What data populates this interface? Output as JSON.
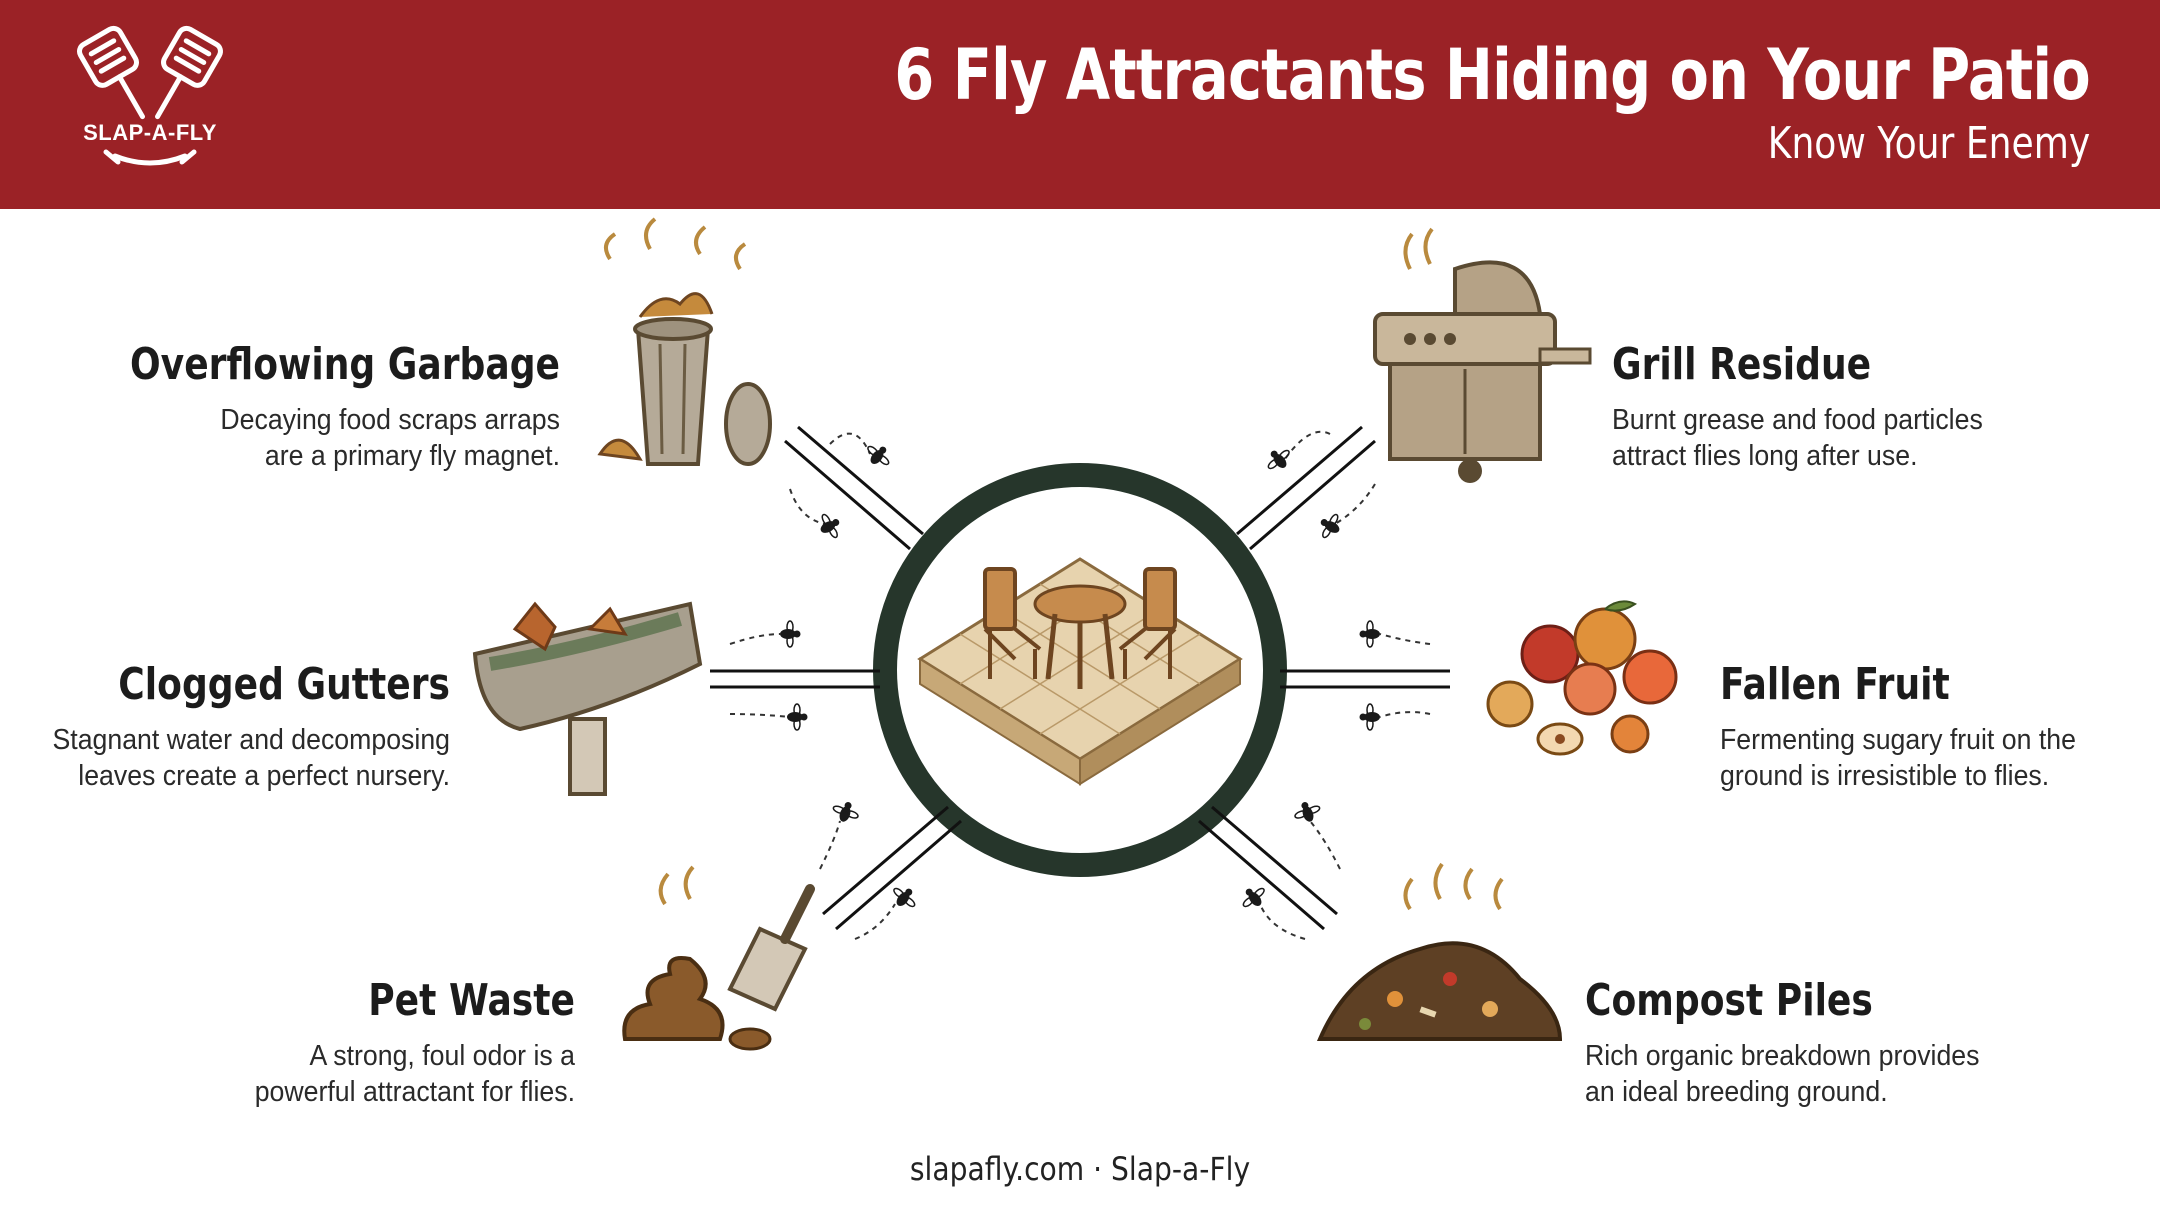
{
  "header": {
    "logo_text": "SLAP-A-FLY",
    "title": "6 Fly Attractants Hiding on Your Patio",
    "subtitle": "Know Your Enemy"
  },
  "colors": {
    "header_bg": "#9b2226",
    "ring": "#26362b",
    "text": "#1c1c1c"
  },
  "items": [
    {
      "title": "Overflowing Garbage",
      "desc_1": "Decaying food scraps arraps",
      "desc_2": "are a primary fly magnet.",
      "icon": "garbage-can-icon"
    },
    {
      "title": "Clogged Gutters",
      "desc_1": "Stagnant water and decomposing",
      "desc_2": "leaves create a perfect nursery.",
      "icon": "gutter-icon"
    },
    {
      "title": "Pet Waste",
      "desc_1": "A strong, foul odor is a",
      "desc_2": "powerful attractant for flies.",
      "icon": "pet-waste-icon"
    },
    {
      "title": "Grill Residue",
      "desc_1": "Burnt grease and food particles",
      "desc_2": "attract flies long after use.",
      "icon": "grill-icon"
    },
    {
      "title": "Fallen Fruit",
      "desc_1": "Fermenting sugary fruit on the",
      "desc_2": "ground is irresistible to flies.",
      "icon": "fruit-icon"
    },
    {
      "title": "Compost Piles",
      "desc_1": "Rich organic breakdown provides",
      "desc_2": "an ideal breeding ground.",
      "icon": "compost-icon"
    }
  ],
  "footer": "slapafly.com · Slap-a-Fly"
}
